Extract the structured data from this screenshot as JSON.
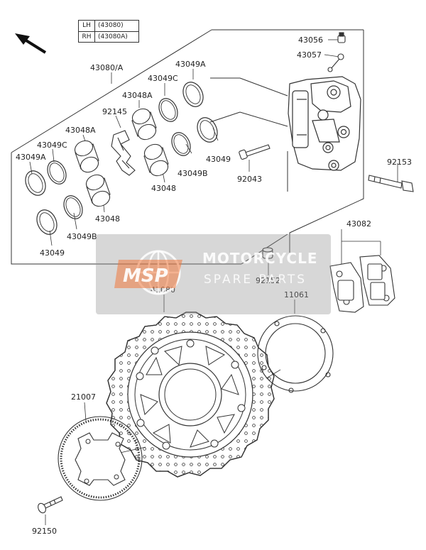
{
  "legend": {
    "rows": [
      {
        "key": "LH",
        "value": "(43080)"
      },
      {
        "key": "RH",
        "value": "(43080A)"
      }
    ]
  },
  "watermark": {
    "logo_text": "MSP",
    "brand": "MOTORCYCLE",
    "sub": "SPARE PARTS"
  },
  "parts": {
    "p43080A": "43080/A",
    "p43049A_top": "43049A",
    "p43049C_top": "43049C",
    "p43048A_top": "43048A",
    "p92145": "92145",
    "p43049C_left": "43049C",
    "p43048A_left": "43048A",
    "p43049A_left": "43049A",
    "p43049_right": "43049",
    "p43049B_right": "43049B",
    "p43048_right": "43048",
    "p43048_left": "43048",
    "p43049B_left": "43049B",
    "p43049_left": "43049",
    "p43056": "43056",
    "p43057": "43057",
    "p92043": "92043",
    "p92153": "92153",
    "p43082": "43082",
    "p92152": "92152",
    "p41080": "41080",
    "p11061": "11061",
    "p21007": "21007",
    "p92150": "92150"
  }
}
